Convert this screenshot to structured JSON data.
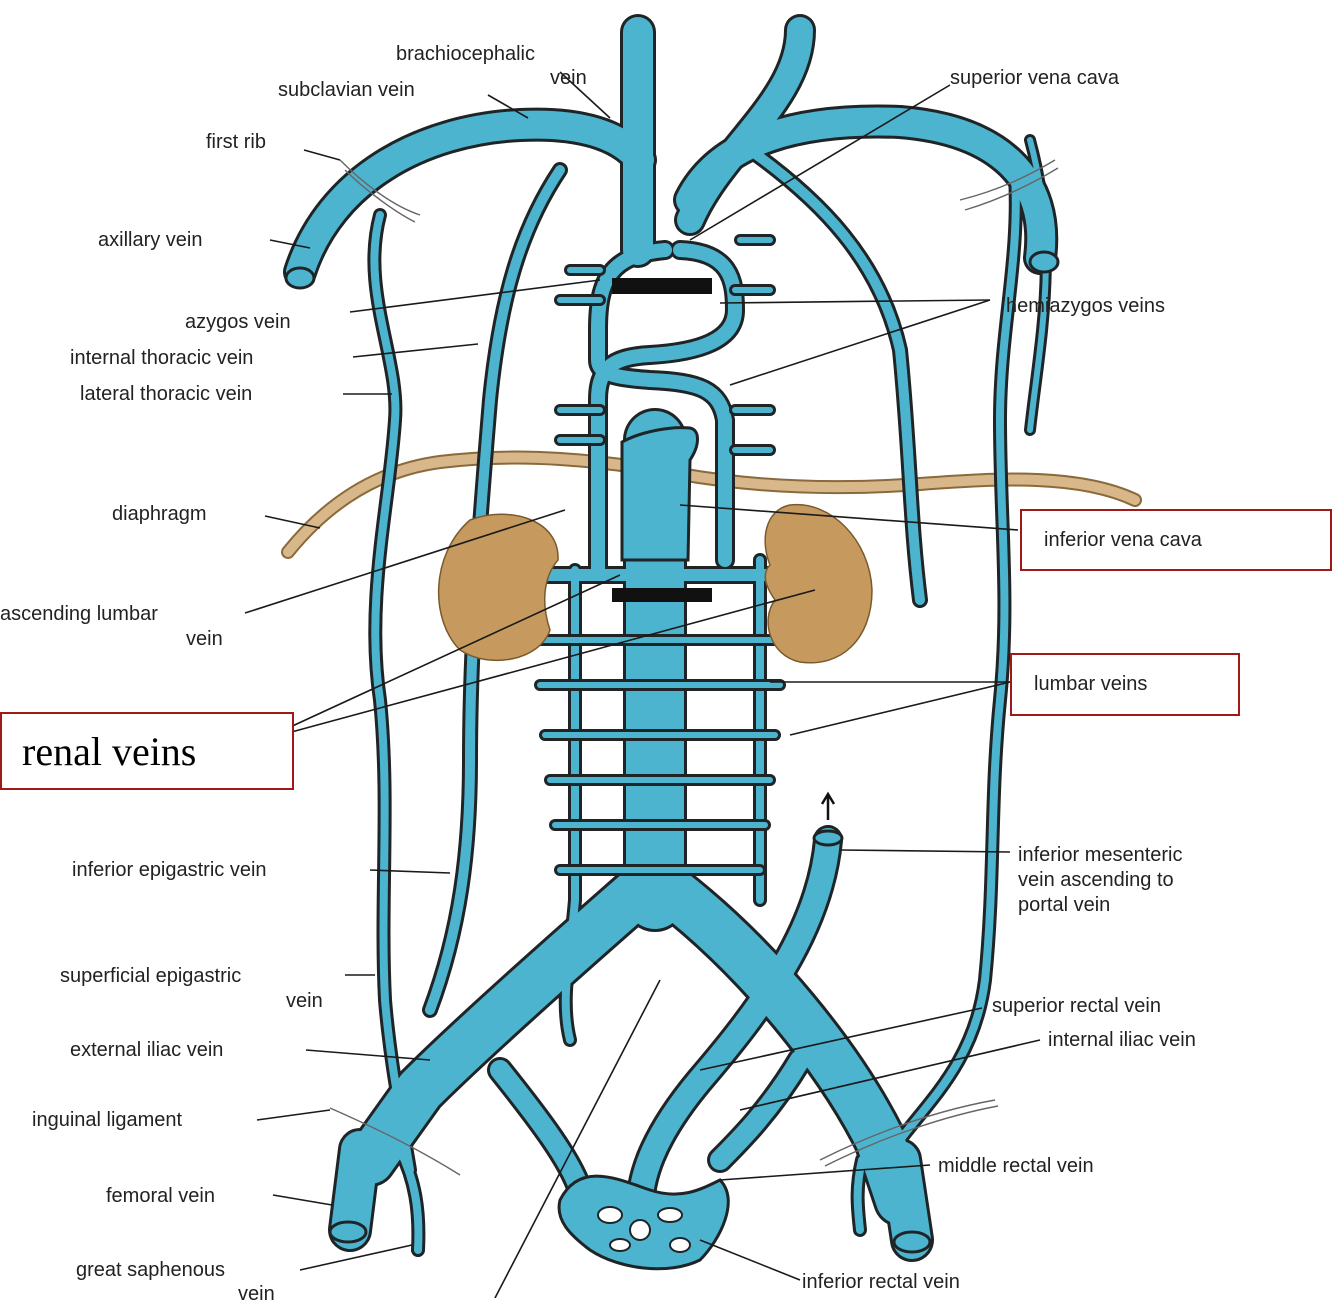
{
  "labels": {
    "brachiocephalic": "brachiocephalic",
    "brachiocephalic_2": "vein",
    "subclavian": "subclavian vein",
    "svc": "superior vena cava",
    "first_rib": "first rib",
    "axillary": "axillary vein",
    "azygos": "azygos vein",
    "hemiazygos": "hemiazygos veins",
    "internal_thoracic": "internal thoracic vein",
    "lateral_thoracic": "lateral thoracic vein",
    "diaphragm": "diaphragm",
    "ivc": "inferior vena cava",
    "ascending_lumbar": "ascending lumbar",
    "ascending_lumbar_2": "vein",
    "lumbar": "lumbar veins",
    "renal": "renal veins",
    "inferior_epigastric": "inferior epigastric vein",
    "ima_1": "inferior mesenteric",
    "ima_2": "vein ascending to",
    "ima_3": "portal vein",
    "superficial_epigastric": "superficial epigastric",
    "superficial_epigastric_2": "vein",
    "superior_rectal": "superior rectal vein",
    "external_iliac": "external iliac vein",
    "internal_iliac": "internal iliac vein",
    "inguinal": "inguinal ligament",
    "middle_rectal": "middle rectal vein",
    "femoral": "femoral vein",
    "great_saphenous": "great saphenous",
    "great_saphenous_2": "vein",
    "inferior_rectal": "inferior rectal vein"
  },
  "colors": {
    "vein_fill": "#4db4cf",
    "vein_outline": "#1f2426",
    "kidney": "#c69a5f",
    "diaphragm": "#c9a77a",
    "highlight_box": "#a01818"
  }
}
